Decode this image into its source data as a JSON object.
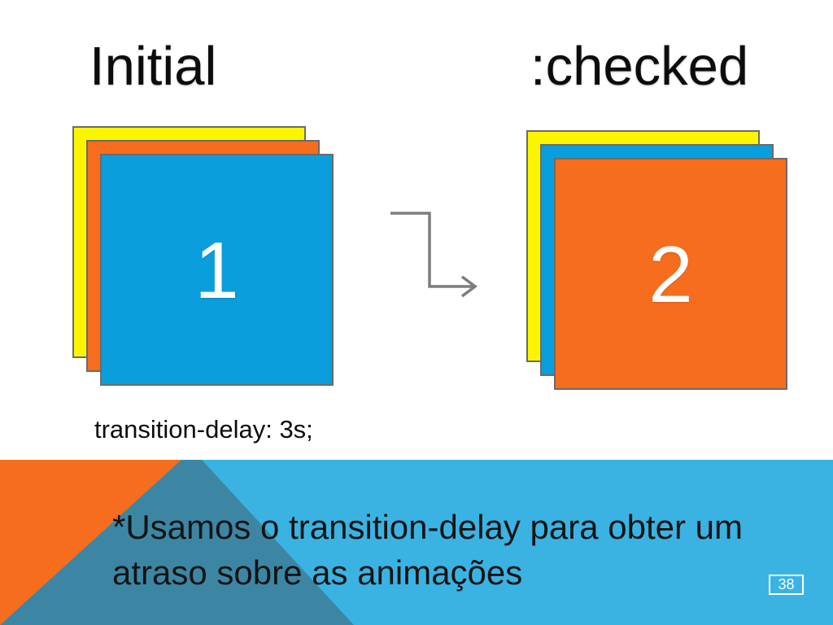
{
  "slide": {
    "initial_section": {
      "title": "Initial",
      "card_number": "1",
      "code": "transition-delay: 3s;"
    },
    "checked_section": {
      "title": ":checked",
      "card_number": "2"
    },
    "note": {
      "line1": "*Usamos o transition-delay para obter um",
      "line2": "atraso sobre as animações"
    },
    "page_number": "38",
    "colors": {
      "card_yellow": "#FCF500",
      "card_orange": "#F66D1D",
      "card_blue": "#0A9EDC",
      "card_border": "#6B6B6B",
      "banner_blue": "#3AB3E2",
      "banner_teal": "#3C86A4",
      "banner_orange": "#F66D1D",
      "arrow_gray": "#7D7D7D",
      "text_black": "#0C0C0C",
      "badge_white": "#FFFFFF"
    }
  }
}
